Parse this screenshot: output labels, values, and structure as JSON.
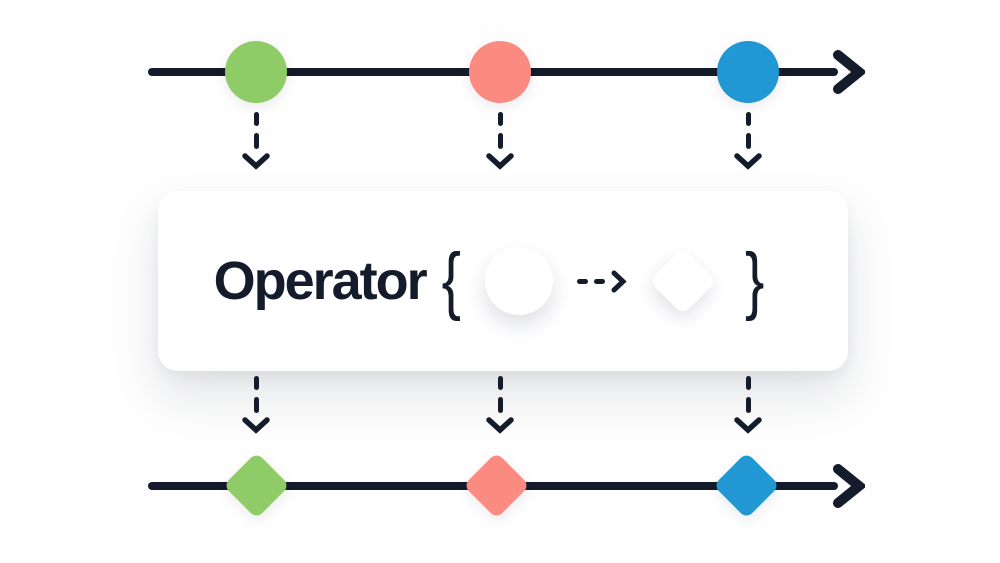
{
  "diagram": {
    "type": "marble-operator-diagram",
    "ink_color": "#141b2b",
    "page_background": "#fefefe",
    "operator_card": {
      "label": "Operator",
      "open_brace": "{",
      "close_brace": "}",
      "input_shape": "circle",
      "output_shape": "diamond",
      "transform_arrow": "dashed-arrow-right",
      "card_background": "#ffffff"
    },
    "source_stream": {
      "direction": "left-to-right",
      "marble_shape": "circle",
      "marbles": [
        {
          "shape": "circle",
          "name": "green",
          "color": "#8fcb66"
        },
        {
          "shape": "circle",
          "name": "salmon",
          "color": "#fb8a80"
        },
        {
          "shape": "circle",
          "name": "blue",
          "color": "#2197d3"
        }
      ]
    },
    "output_stream": {
      "direction": "left-to-right",
      "marble_shape": "diamond",
      "marbles": [
        {
          "shape": "diamond",
          "name": "green",
          "color": "#8fcb66"
        },
        {
          "shape": "diamond",
          "name": "salmon",
          "color": "#fb8a80"
        },
        {
          "shape": "diamond",
          "name": "blue",
          "color": "#2197d3"
        }
      ]
    }
  }
}
